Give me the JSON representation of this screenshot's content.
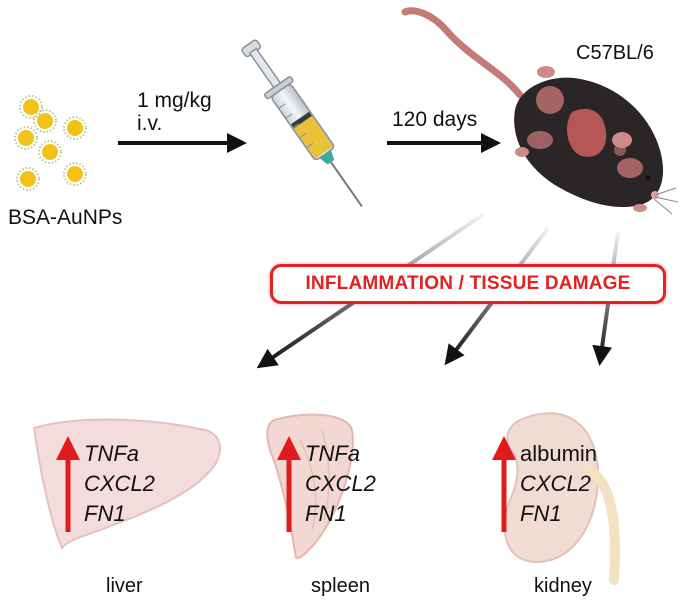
{
  "nanoparticles": {
    "label": "BSA-AuNPs",
    "color": "#f2c11a"
  },
  "dose": {
    "line1": "1 mg/kg",
    "line2": "i.v."
  },
  "duration": {
    "label": "120 days"
  },
  "mouse": {
    "strain": "C57BL/6"
  },
  "banner": {
    "label": "INFLAMMATION / TISSUE DAMAGE",
    "color": "#e3211f"
  },
  "organs": [
    {
      "name": "liver",
      "genes": [
        "TNFa",
        "CXCL2",
        "FN1"
      ]
    },
    {
      "name": "spleen",
      "genes": [
        "TNFa",
        "CXCL2",
        "FN1"
      ]
    },
    {
      "name": "kidney",
      "genes": [
        "albumin",
        "CXCL2",
        "FN1"
      ]
    }
  ]
}
